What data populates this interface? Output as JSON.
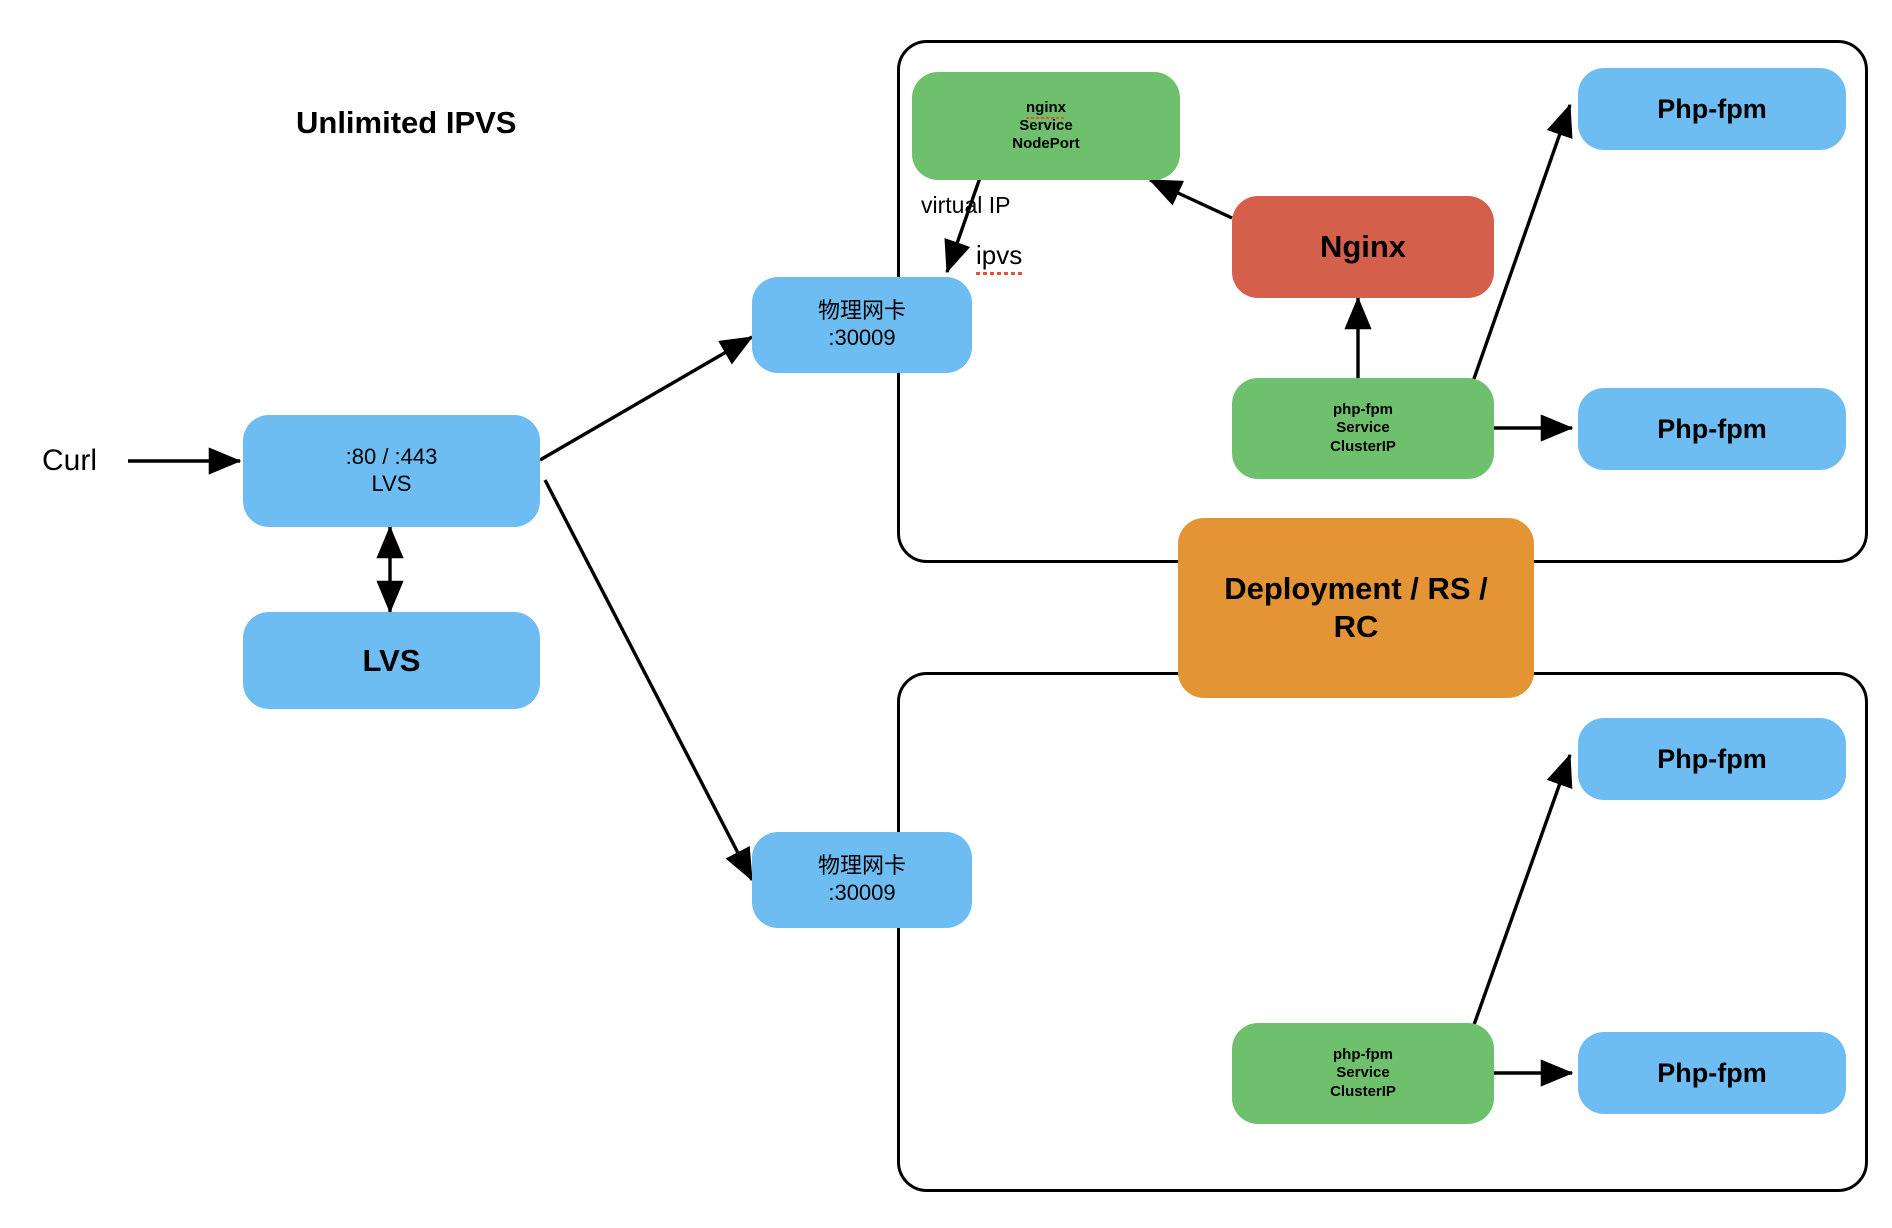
{
  "diagram": {
    "title": "Unlimited IPVS",
    "type": "network-architecture-diagram",
    "colors": {
      "blue": "#6dbcf2",
      "green": "#6fc06d",
      "red": "#d4604c",
      "orange": "#e39434",
      "stroke": "#000000",
      "spellcheck_underline": "#e8503a",
      "background": "#ffffff"
    },
    "nodes": {
      "curl": "Curl",
      "lvs_vip": ":80 / :443\nLVS",
      "lvs": "LVS",
      "nic_top": "物理网卡\n:30009",
      "nic_bottom": "物理网卡\n:30009",
      "nginx_service": "nginx\nService\nNodePort",
      "nginx_service_word": "nginx",
      "nginx_service_line2": "Service",
      "nginx_service_line3": "NodePort",
      "nginx": "Nginx",
      "phpfpm_service_top": "php-fpm\nService\nClusterIP",
      "phpfpm_service_bottom": "php-fpm\nService\nClusterIP",
      "php_fpm_top_1": "Php-fpm",
      "php_fpm_top_2": "Php-fpm",
      "php_fpm_bottom_1": "Php-fpm",
      "php_fpm_bottom_2": "Php-fpm",
      "deployment": "Deployment / RS /\nRC"
    },
    "edge_labels": {
      "virtual_ip": "virtual IP",
      "ipvs": "ipvs"
    },
    "edges": [
      {
        "from": "curl",
        "to": "lvs_vip",
        "arrow": "single"
      },
      {
        "from": "lvs_vip",
        "to": "lvs",
        "arrow": "double"
      },
      {
        "from": "lvs_vip",
        "to": "nic_top",
        "arrow": "single"
      },
      {
        "from": "lvs_vip",
        "to": "nic_bottom",
        "arrow": "single"
      },
      {
        "from": "nginx_service",
        "to": "nic_top",
        "arrow": "single",
        "label": "virtual IP / ipvs"
      },
      {
        "from": "nginx",
        "to": "nginx_service",
        "arrow": "single"
      },
      {
        "from": "phpfpm_service_top",
        "to": "nginx",
        "arrow": "single"
      },
      {
        "from": "phpfpm_service_top",
        "to": "php_fpm_top_1",
        "arrow": "single"
      },
      {
        "from": "phpfpm_service_top",
        "to": "php_fpm_top_2",
        "arrow": "single"
      },
      {
        "from": "phpfpm_service_bottom",
        "to": "php_fpm_bottom_1",
        "arrow": "single"
      },
      {
        "from": "phpfpm_service_bottom",
        "to": "php_fpm_bottom_2",
        "arrow": "single"
      }
    ],
    "panels": {
      "top_node_panel": "",
      "bottom_node_panel": ""
    }
  }
}
